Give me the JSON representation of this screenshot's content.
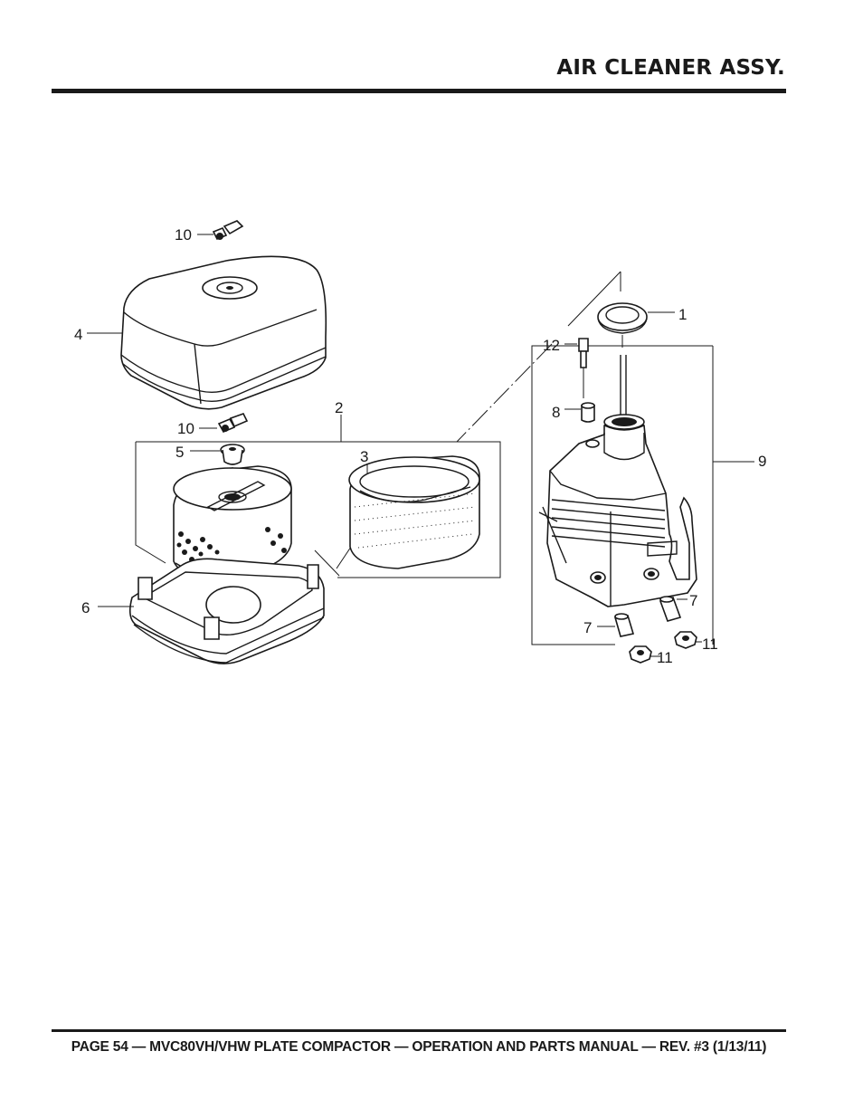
{
  "header": {
    "title": "AIR CLEANER ASSY."
  },
  "footer": {
    "text": "PAGE 54 — MVC80VH/VHW PLATE COMPACTOR — OPERATION AND PARTS MANUAL — REV. #3 (1/13/11)"
  },
  "callouts": {
    "c1": "1",
    "c2": "2",
    "c3": "3",
    "c4": "4",
    "c5": "5",
    "c6": "6",
    "c7a": "7",
    "c7b": "7",
    "c8": "8",
    "c9": "9",
    "c10a": "10",
    "c10b": "10",
    "c11a": "11",
    "c11b": "11",
    "c12": "12"
  }
}
